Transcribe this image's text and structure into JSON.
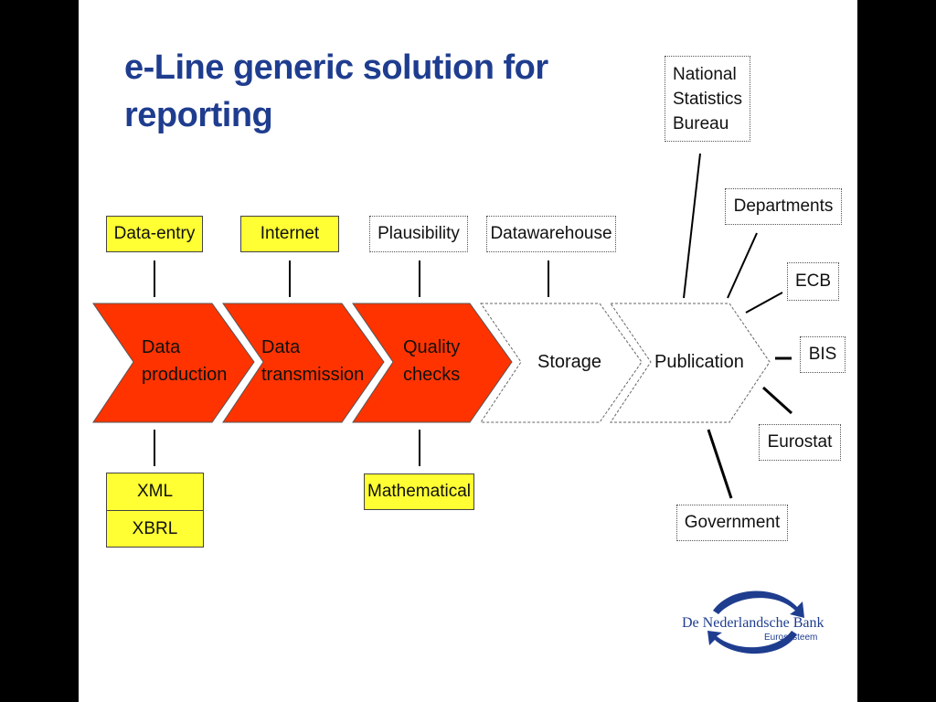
{
  "title": "e-Line generic solution for reporting",
  "colors": {
    "title": "#1f3d8f",
    "stage_fill": "#ff3300",
    "label_fill": "#ffff33",
    "logo": "#1f3d8f"
  },
  "process": [
    {
      "id": "data-production",
      "lines": [
        "Data",
        "production"
      ]
    },
    {
      "id": "data-transmission",
      "lines": [
        "Data",
        "transmission"
      ]
    },
    {
      "id": "quality-checks",
      "lines": [
        "Quality",
        "checks"
      ]
    },
    {
      "id": "storage",
      "lines": [
        "Storage"
      ]
    },
    {
      "id": "publication",
      "lines": [
        "Publication"
      ]
    }
  ],
  "top_labels": {
    "data_entry": "Data-entry",
    "internet": "Internet",
    "plausibility": "Plausibility",
    "datawarehouse": "Datawarehouse"
  },
  "bottom_labels": {
    "xml": "XML",
    "xbrl": "XBRL",
    "mathematical": "Mathematical"
  },
  "recipients": {
    "national_statistics_bureau": [
      "National",
      "Statistics",
      "Bureau"
    ],
    "departments": "Departments",
    "ecb": "ECB",
    "bis": "BIS",
    "eurostat": "Eurostat",
    "government": "Government"
  },
  "logo": {
    "name": "De Nederlandsche Bank",
    "subtitle": "Eurosysteem"
  }
}
